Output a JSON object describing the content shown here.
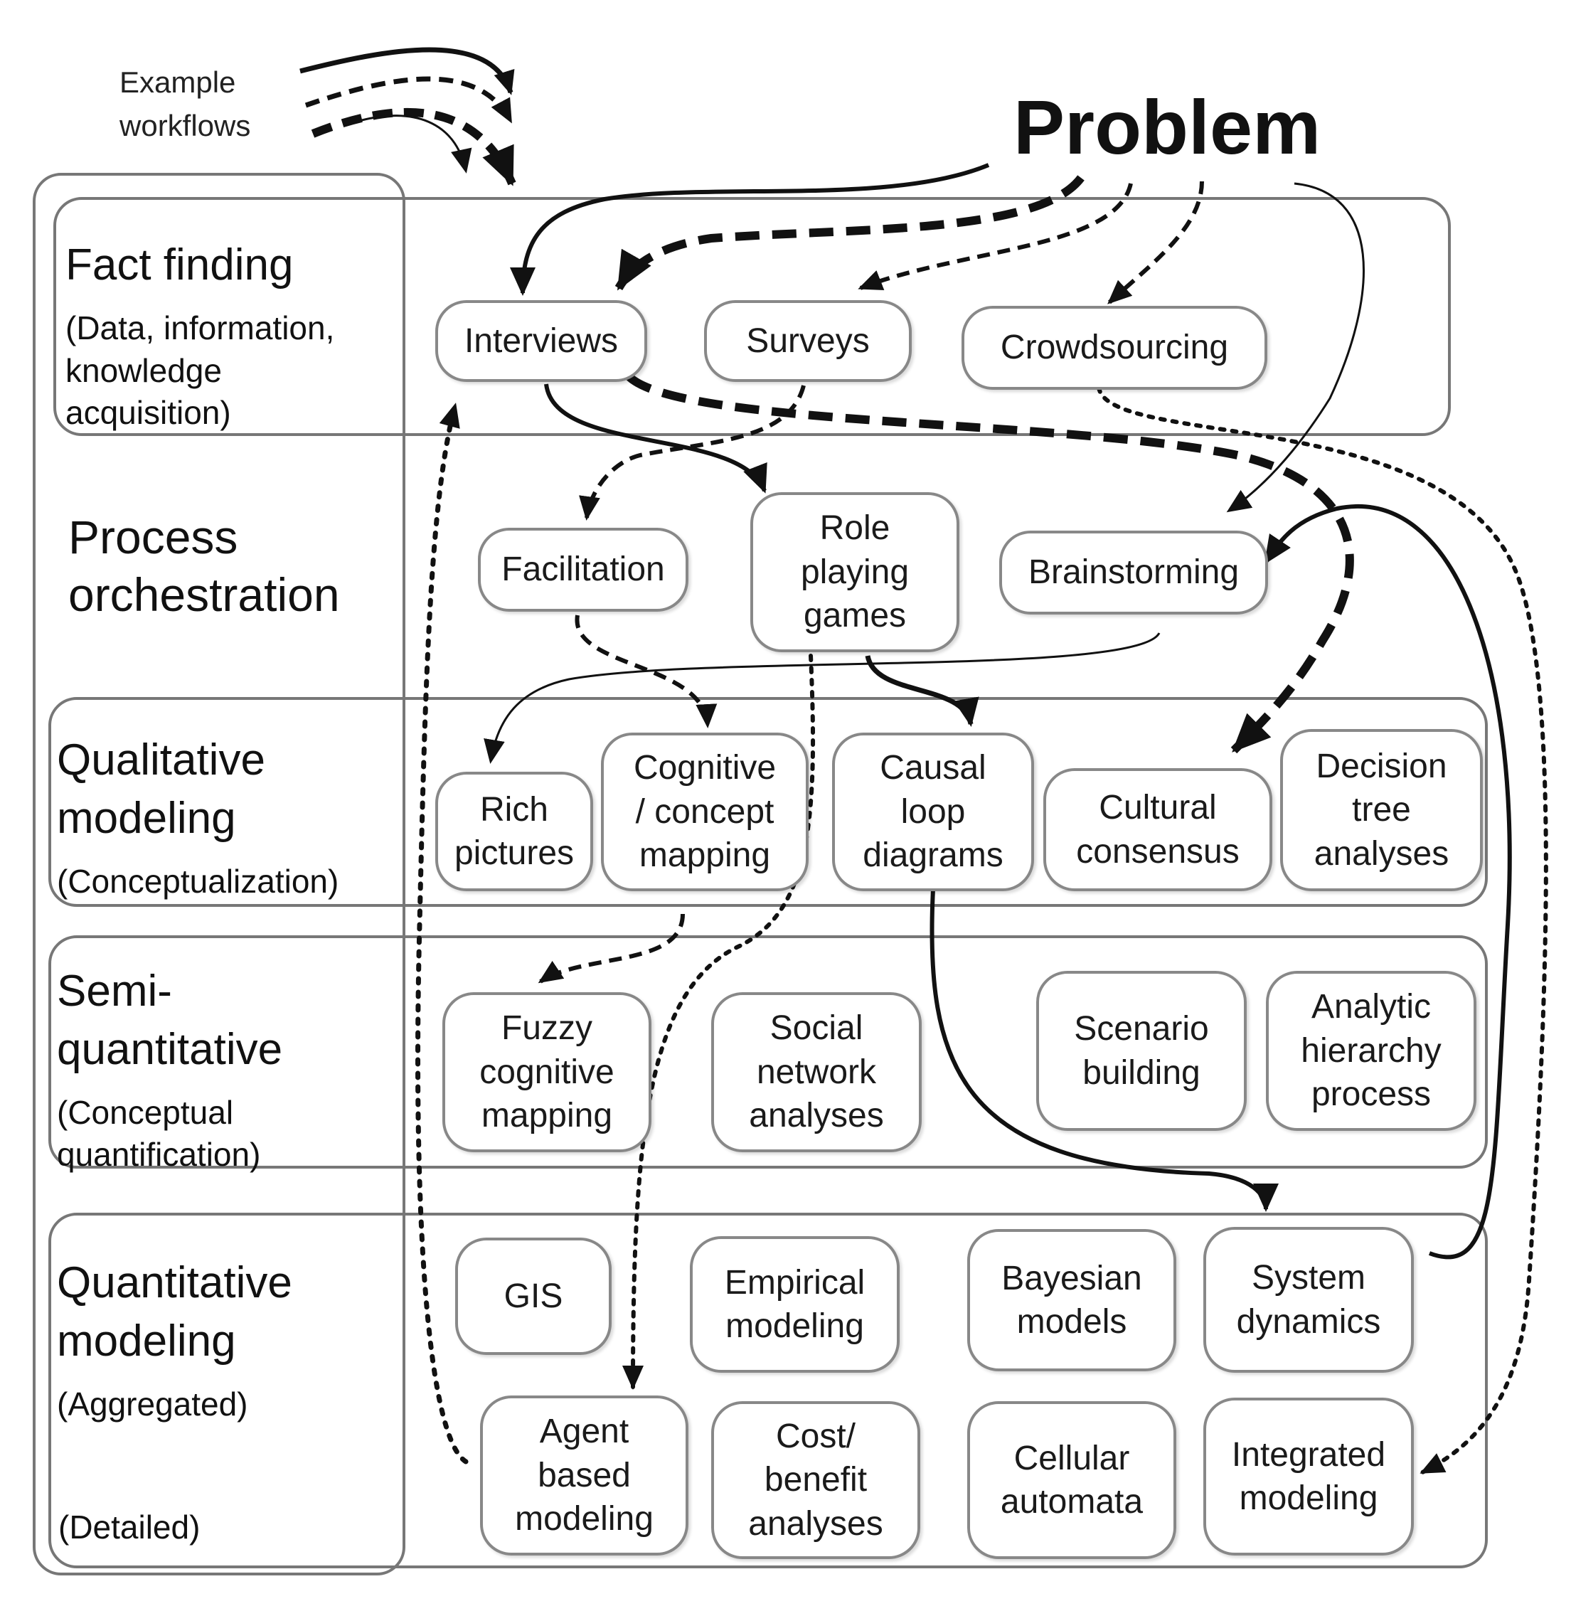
{
  "title": "Problem",
  "legend": {
    "label": "Example\nworkflows"
  },
  "categories": [
    {
      "id": "fact",
      "heading": "Fact finding",
      "sub": "(Data, information,\nknowledge\nacquisition)"
    },
    {
      "id": "process",
      "heading": "Process\norchestration",
      "sub": ""
    },
    {
      "id": "qual",
      "heading": "Qualitative\nmodeling",
      "sub": "(Conceptualization)"
    },
    {
      "id": "semi",
      "heading": "Semi-\nquantitative",
      "sub": "(Conceptual\nquantification)"
    },
    {
      "id": "quant",
      "heading": "Quantitative\nmodeling",
      "sub": "(Aggregated)"
    },
    {
      "id": "detailed",
      "heading": "",
      "sub": "(Detailed)"
    }
  ],
  "nodes": {
    "interviews": "Interviews",
    "surveys": "Surveys",
    "crowdsourcing": "Crowdsourcing",
    "facilitation": "Facilitation",
    "role_playing": "Role\nplaying\ngames",
    "brainstorming": "Brainstorming",
    "rich_pictures": "Rich\npictures",
    "cognitive_mapping": "Cognitive\n/ concept\nmapping",
    "causal_loop": "Causal\nloop\ndiagrams",
    "cultural_consensus": "Cultural\nconsensus",
    "decision_tree": "Decision\ntree\nanalyses",
    "fuzzy_cognitive": "Fuzzy\ncognitive\nmapping",
    "social_network": "Social\nnetwork\nanalyses",
    "scenario_building": "Scenario\nbuilding",
    "analytic_hierarchy": "Analytic\nhierarchy\nprocess",
    "gis": "GIS",
    "empirical": "Empirical\nmodeling",
    "bayesian": "Bayesian\nmodels",
    "system_dynamics": "System\ndynamics",
    "agent_based": "Agent\nbased\nmodeling",
    "cost_benefit": "Cost/\nbenefit\nanalyses",
    "cellular_automata": "Cellular\nautomata",
    "integrated": "Integrated\nmodeling"
  }
}
